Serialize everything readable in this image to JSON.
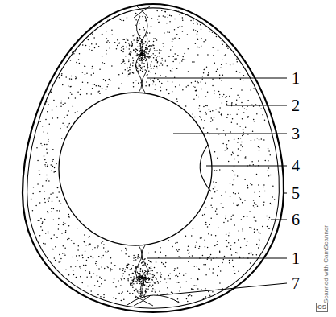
{
  "diagram": {
    "labels": [
      "1",
      "2",
      "3",
      "4",
      "5",
      "6",
      "1",
      "7",
      "CS",
      "Scanned with CamScanner"
    ]
  }
}
